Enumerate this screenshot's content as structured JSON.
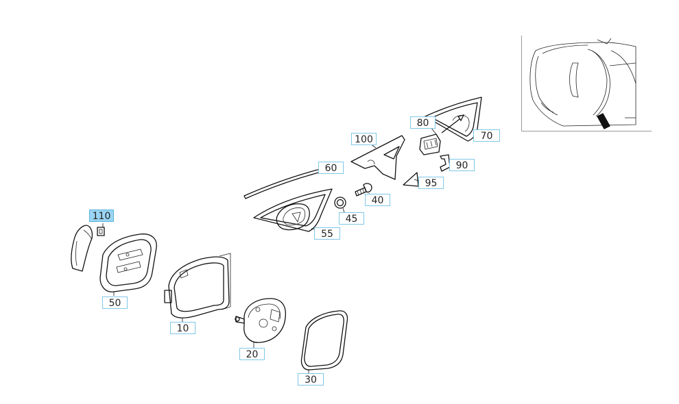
{
  "callouts": [
    {
      "id": "110",
      "label": "110",
      "active": true
    },
    {
      "id": "50",
      "label": "50"
    },
    {
      "id": "10",
      "label": "10"
    },
    {
      "id": "20",
      "label": "20"
    },
    {
      "id": "30",
      "label": "30"
    },
    {
      "id": "55",
      "label": "55"
    },
    {
      "id": "45",
      "label": "45"
    },
    {
      "id": "40",
      "label": "40"
    },
    {
      "id": "60",
      "label": "60"
    },
    {
      "id": "100",
      "label": "100"
    },
    {
      "id": "95",
      "label": "95"
    },
    {
      "id": "90",
      "label": "90"
    },
    {
      "id": "80",
      "label": "80"
    },
    {
      "id": "70",
      "label": "70"
    }
  ],
  "colors": {
    "callout_border": "#7fc7e8",
    "callout_active_fill": "#9ad4f2",
    "line": "#111111"
  }
}
